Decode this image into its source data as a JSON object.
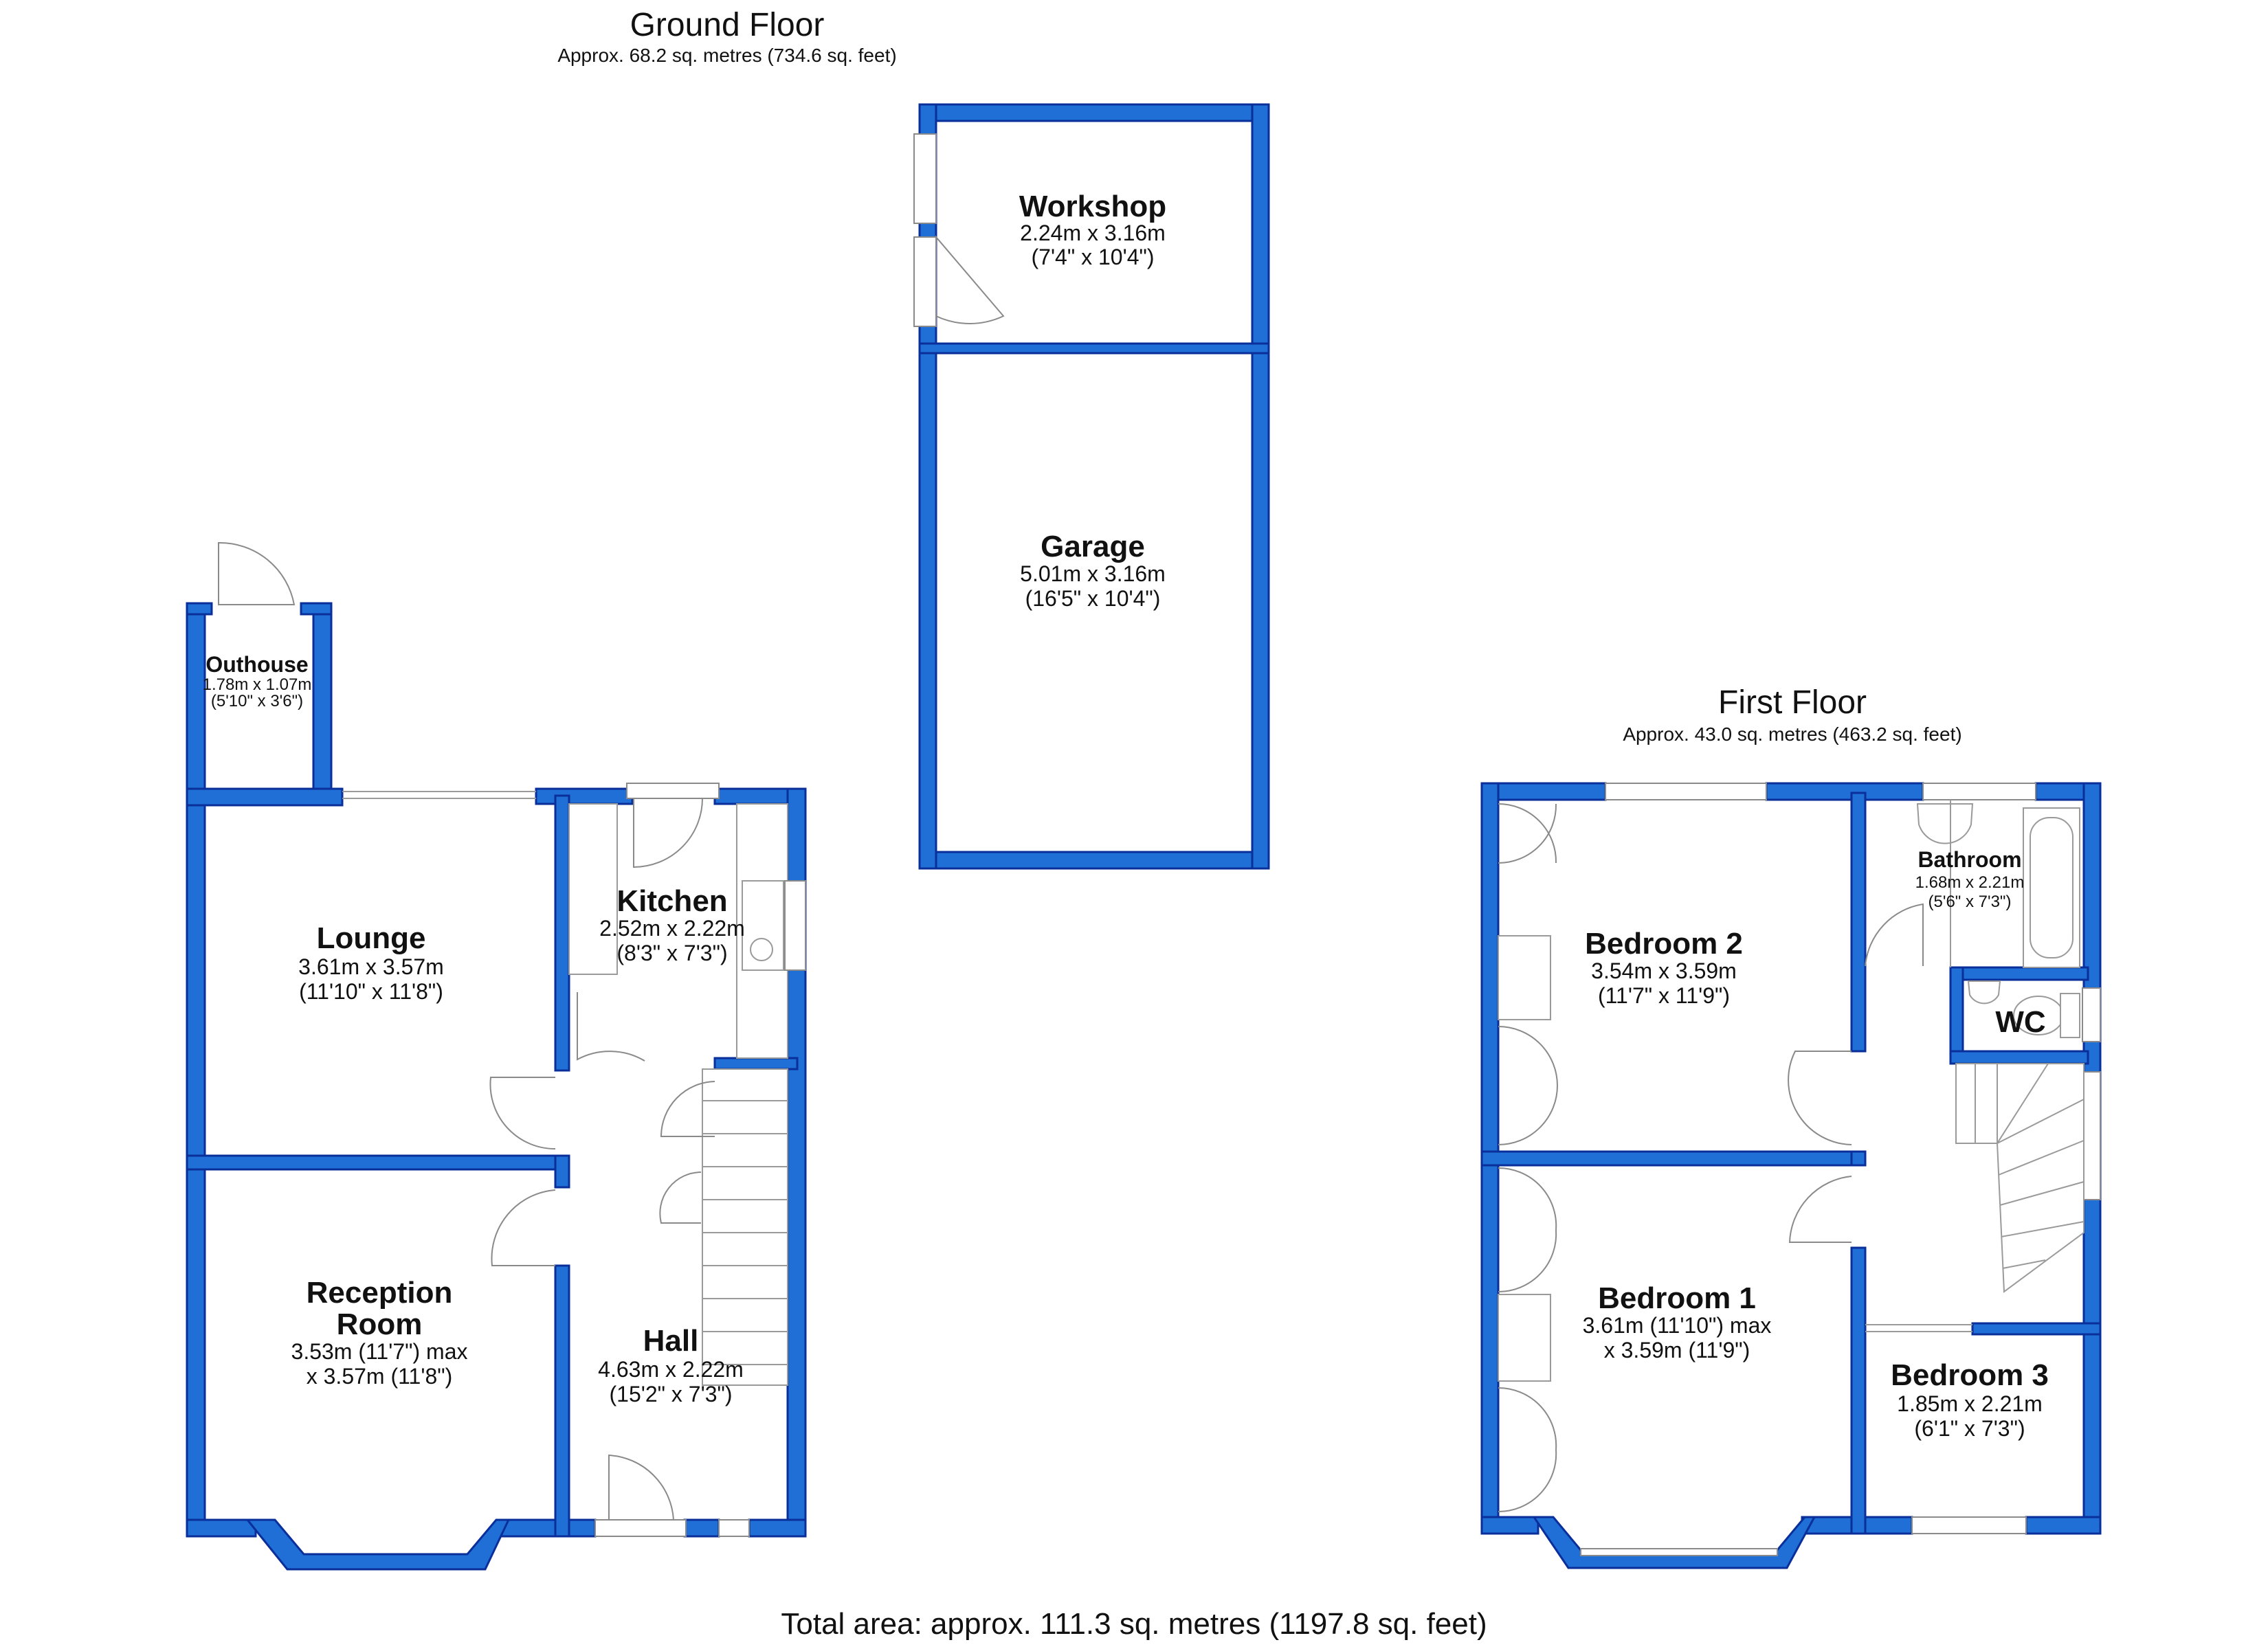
{
  "ground_floor": {
    "title": "Ground Floor",
    "area": "Approx. 68.2 sq. metres (734.6 sq. feet)",
    "rooms": {
      "workshop": {
        "name": "Workshop",
        "dim_metric": "2.24m x 3.16m",
        "dim_imperial": "(7'4\" x 10'4\")"
      },
      "garage": {
        "name": "Garage",
        "dim_metric": "5.01m x 3.16m",
        "dim_imperial": "(16'5\" x 10'4\")"
      },
      "outhouse": {
        "name": "Outhouse",
        "dim_metric": "1.78m x 1.07m",
        "dim_imperial": "(5'10\" x 3'6\")"
      },
      "lounge": {
        "name": "Lounge",
        "dim_metric": "3.61m x 3.57m",
        "dim_imperial": "(11'10\" x 11'8\")"
      },
      "kitchen": {
        "name": "Kitchen",
        "dim_metric": "2.52m x 2.22m",
        "dim_imperial": "(8'3\" x 7'3\")"
      },
      "reception": {
        "name_line1": "Reception",
        "name_line2": "Room",
        "dim_line1": "3.53m (11'7\") max",
        "dim_line2": "x 3.57m (11'8\")"
      },
      "hall": {
        "name": "Hall",
        "dim_metric": "4.63m x 2.22m",
        "dim_imperial": "(15'2\" x 7'3\")"
      }
    }
  },
  "first_floor": {
    "title": "First Floor",
    "area": "Approx. 43.0 sq. metres (463.2 sq. feet)",
    "rooms": {
      "bedroom2": {
        "name": "Bedroom 2",
        "dim_metric": "3.54m x 3.59m",
        "dim_imperial": "(11'7\" x 11'9\")"
      },
      "bathroom": {
        "name": "Bathroom",
        "dim_metric": "1.68m x 2.21m",
        "dim_imperial": "(5'6\" x 7'3\")"
      },
      "wc": {
        "name": "WC"
      },
      "bedroom1": {
        "name": "Bedroom 1",
        "dim_line1": "3.61m (11'10\") max",
        "dim_line2": "x 3.59m (11'9\")"
      },
      "bedroom3": {
        "name": "Bedroom 3",
        "dim_metric": "1.85m x 2.21m",
        "dim_imperial": "(6'1\" x 7'3\")"
      }
    }
  },
  "total_area": "Total area: approx. 111.3 sq. metres (1197.8 sq. feet)",
  "colors": {
    "wall_fill": "#1f6fd6",
    "wall_outline": "#0a2f9a",
    "fixture_outline": "#9a9a9a"
  }
}
